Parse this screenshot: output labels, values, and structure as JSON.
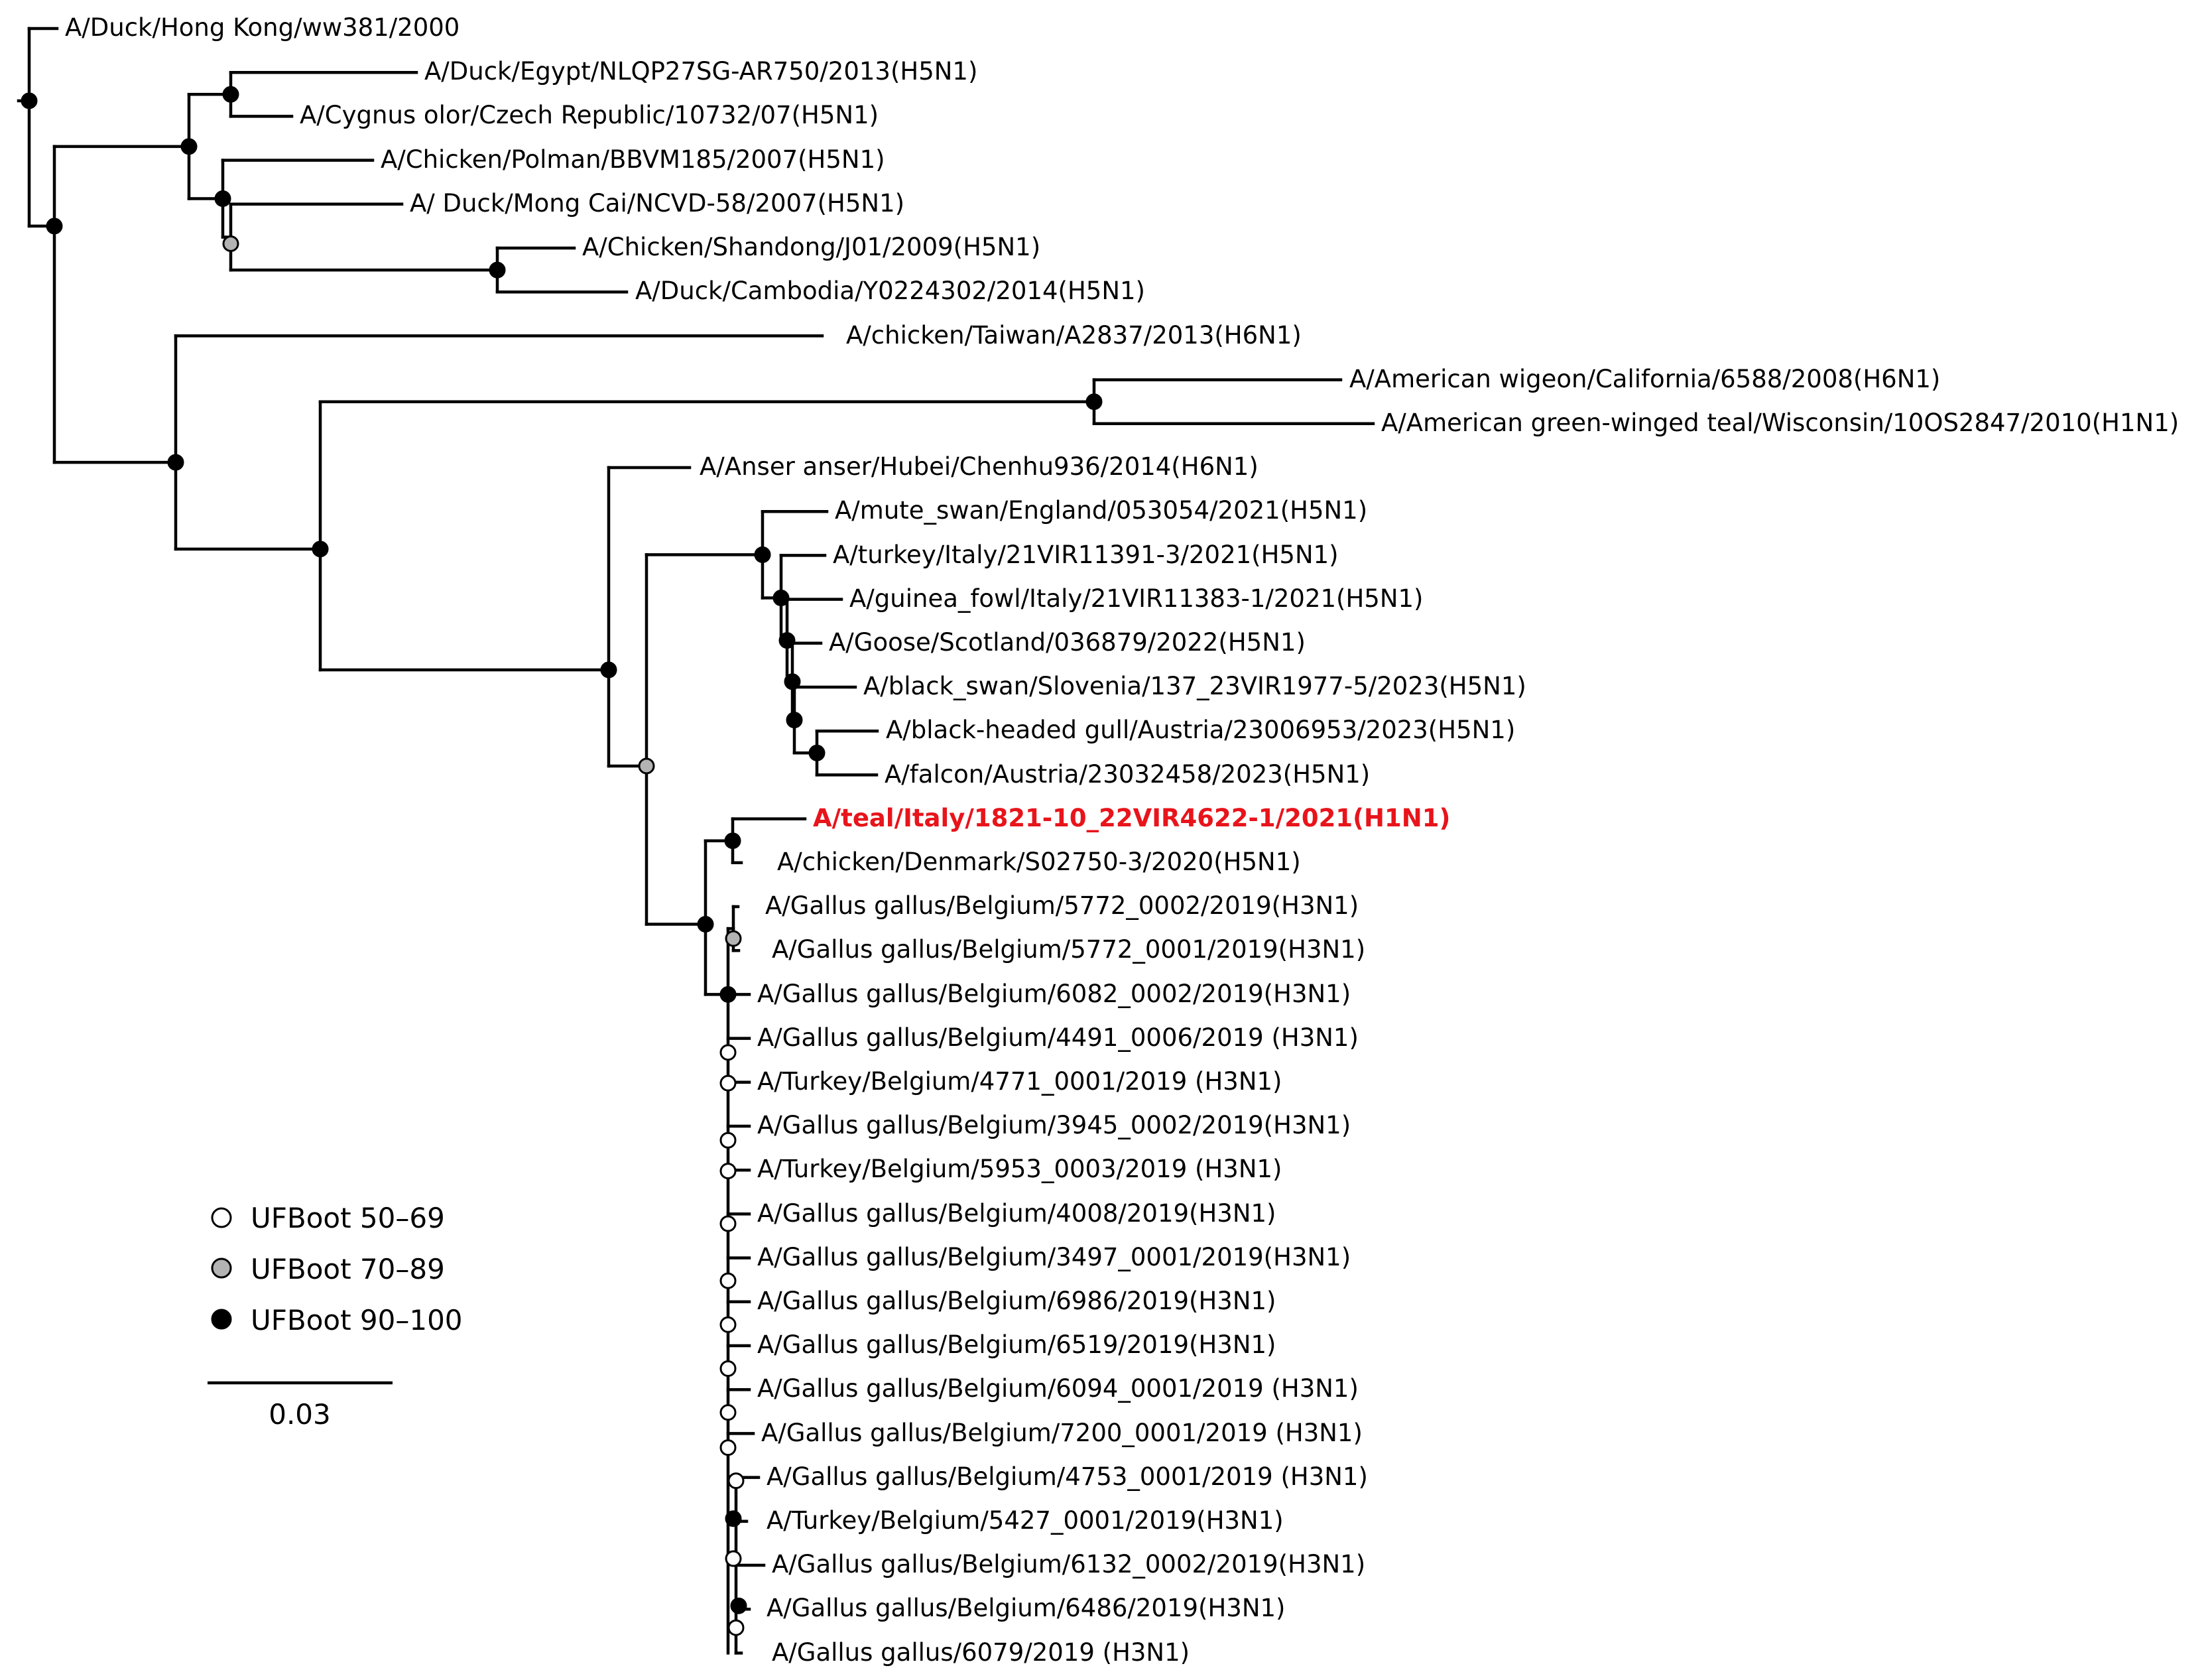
{
  "legend": {
    "items": [
      {
        "label": "UFBoot 50–69",
        "color": "#ffffff"
      },
      {
        "label": "UFBoot 70–89",
        "color": "#b3b3b3"
      },
      {
        "label": "UFBoot 90–100",
        "color": "#000000"
      }
    ],
    "scale_label": "0.03"
  },
  "colors": {
    "highlight": "#e8141b",
    "support_high": "#000000",
    "support_mid": "#b3b3b3",
    "support_low": "#ffffff"
  },
  "taxa": [
    {
      "label": "A/Duck/Hong Kong/ww381/2000"
    },
    {
      "label": "A/Duck/Egypt/NLQP27SG-AR750/2013(H5N1)"
    },
    {
      "label": "A/Cygnus olor/Czech Republic/10732/07(H5N1)"
    },
    {
      "label": "A/Chicken/Polman/BBVM185/2007(H5N1)"
    },
    {
      "label": "A/ Duck/Mong Cai/NCVD-58/2007(H5N1)"
    },
    {
      "label": "A/Chicken/Shandong/J01/2009(H5N1)"
    },
    {
      "label": "A/Duck/Cambodia/Y0224302/2014(H5N1)"
    },
    {
      "label": "A/chicken/Taiwan/A2837/2013(H6N1)"
    },
    {
      "label": "A/American wigeon/California/6588/2008(H6N1)"
    },
    {
      "label": "A/American green-winged teal/Wisconsin/10OS2847/2010(H1N1)"
    },
    {
      "label": "A/Anser anser/Hubei/Chenhu936/2014(H6N1)"
    },
    {
      "label": "A/mute_swan/England/053054/2021(H5N1)"
    },
    {
      "label": "A/turkey/Italy/21VIR11391-3/2021(H5N1)"
    },
    {
      "label": "A/guinea_fowl/Italy/21VIR11383-1/2021(H5N1)"
    },
    {
      "label": "A/Goose/Scotland/036879/2022(H5N1)"
    },
    {
      "label": "A/black_swan/Slovenia/137_23VIR1977-5/2023(H5N1)"
    },
    {
      "label": "A/black-headed gull/Austria/23006953/2023(H5N1)"
    },
    {
      "label": "A/falcon/Austria/23032458/2023(H5N1)"
    },
    {
      "label": "A/teal/Italy/1821-10_22VIR4622-1/2021(H1N1)",
      "highlight": true
    },
    {
      "label": "A/chicken/Denmark/S02750-3/2020(H5N1)"
    },
    {
      "label": "A/Gallus gallus/Belgium/5772_0002/2019(H3N1)"
    },
    {
      "label": "A/Gallus gallus/Belgium/5772_0001/2019(H3N1)"
    },
    {
      "label": "A/Gallus gallus/Belgium/6082_0002/2019(H3N1)"
    },
    {
      "label": "A/Gallus gallus/Belgium/4491_0006/2019 (H3N1)"
    },
    {
      "label": "A/Turkey/Belgium/4771_0001/2019 (H3N1)"
    },
    {
      "label": "A/Gallus gallus/Belgium/3945_0002/2019(H3N1)"
    },
    {
      "label": "A/Turkey/Belgium/5953_0003/2019 (H3N1)"
    },
    {
      "label": "A/Gallus gallus/Belgium/4008/2019(H3N1)"
    },
    {
      "label": "A/Gallus gallus/Belgium/3497_0001/2019(H3N1)"
    },
    {
      "label": "A/Gallus gallus/Belgium/6986/2019(H3N1)"
    },
    {
      "label": "A/Gallus gallus/Belgium/6519/2019(H3N1)"
    },
    {
      "label": "A/Gallus gallus/Belgium/6094_0001/2019 (H3N1)"
    },
    {
      "label": "A/Gallus gallus/Belgium/7200_0001/2019 (H3N1)"
    },
    {
      "label": "A/Gallus gallus/Belgium/4753_0001/2019 (H3N1)"
    },
    {
      "label": "A/Turkey/Belgium/5427_0001/2019(H3N1)"
    },
    {
      "label": "A/Gallus gallus/Belgium/6132_0002/2019(H3N1)"
    },
    {
      "label": "A/Gallus gallus/Belgium/6486/2019(H3N1)"
    },
    {
      "label": "A/Gallus gallus/6079/2019 (H3N1)"
    }
  ]
}
